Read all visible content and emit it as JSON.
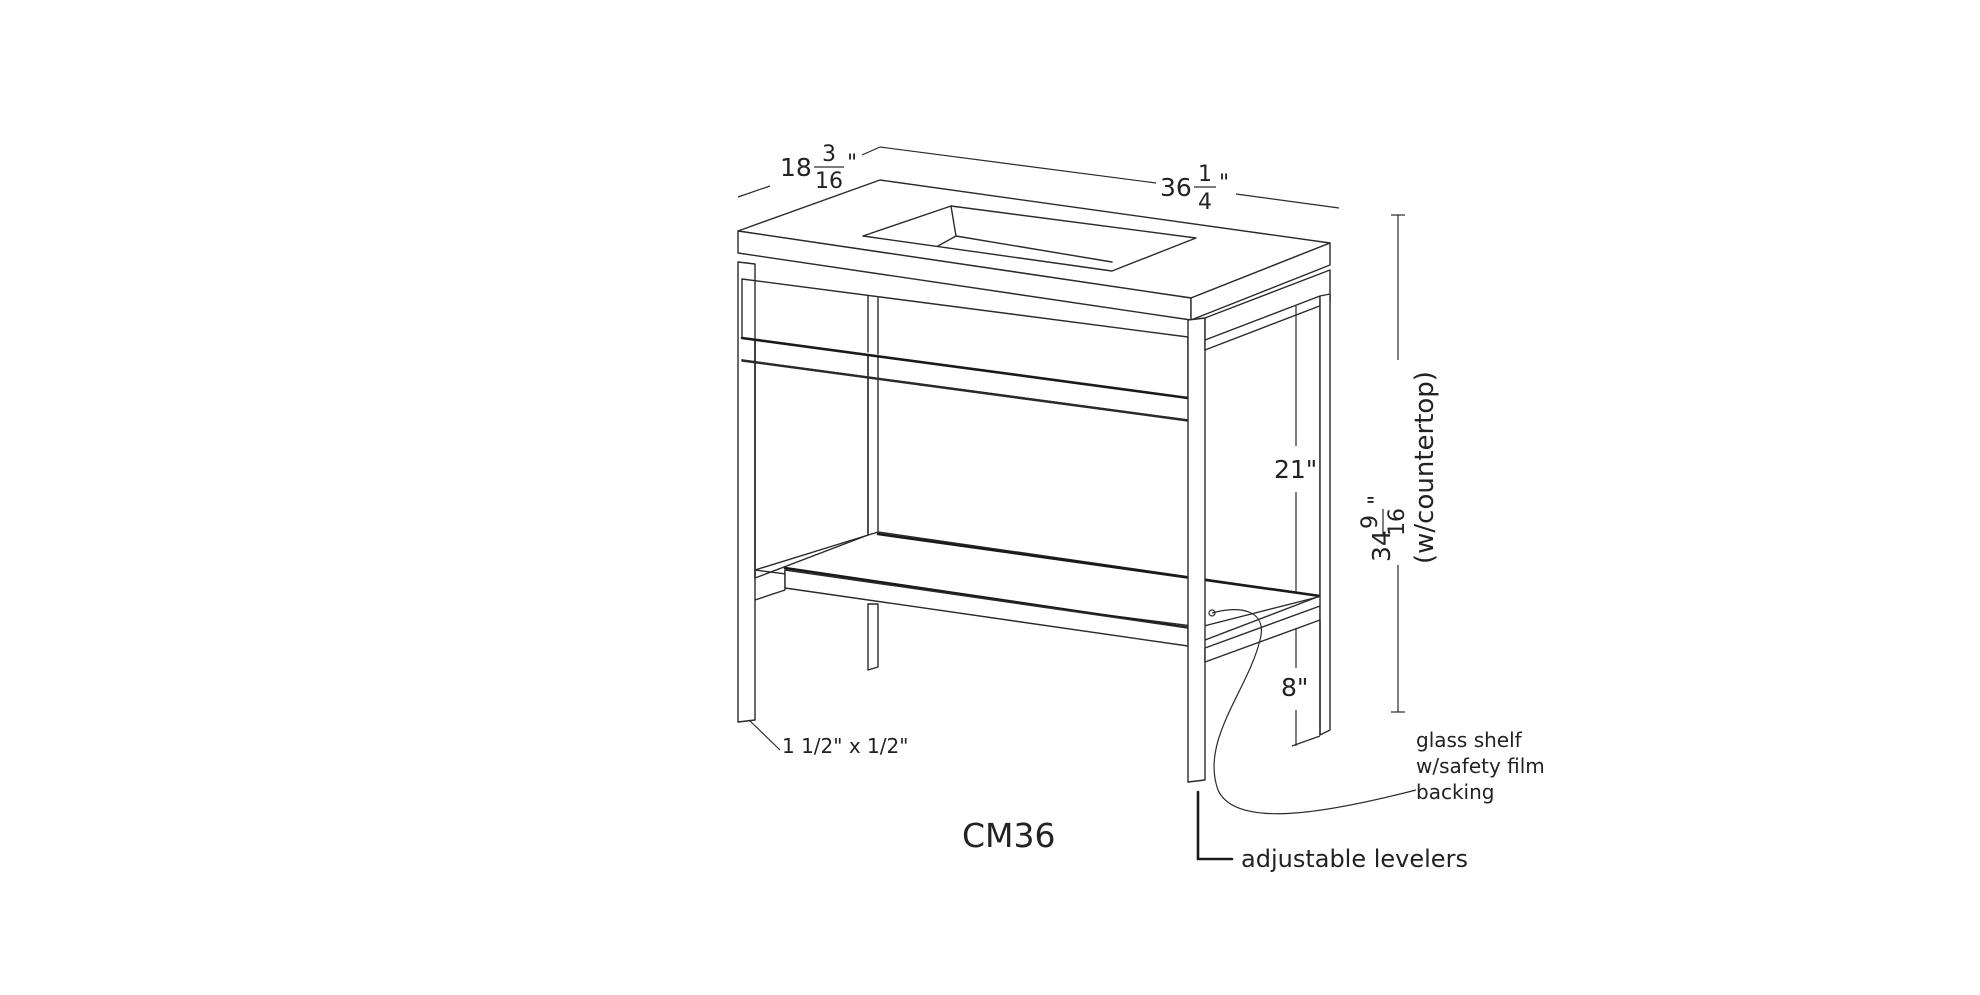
{
  "model": "CM36",
  "dimensions": {
    "depth": {
      "whole": "18",
      "num": "3",
      "den": "16",
      "unit": "\""
    },
    "width": {
      "whole": "36",
      "num": "1",
      "den": "4",
      "unit": "\""
    },
    "height": {
      "whole": "34",
      "num": "9",
      "den": "16",
      "unit": "\"",
      "note": "(w/countertop)"
    },
    "upper_opening": "21\"",
    "lower_clearance": "8\""
  },
  "callouts": {
    "leg_size": "1 1/2\" x 1/2\"",
    "glass_shelf_1": "glass shelf",
    "glass_shelf_2": "w/safety film",
    "glass_shelf_3": "backing",
    "levelers": "adjustable levelers"
  }
}
